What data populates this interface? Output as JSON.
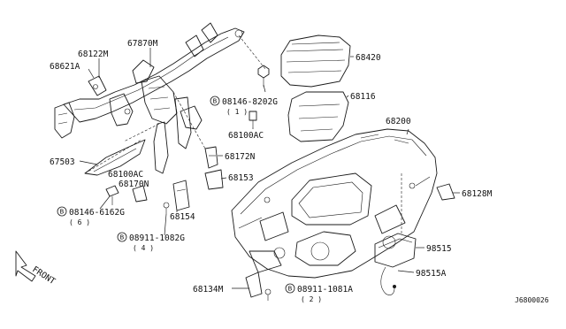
{
  "parts": {
    "p68122M": "68122M",
    "p68621A": "68621A",
    "p67870M": "67870M",
    "p68420": "68420",
    "p08146_8202G": "08146-8202G",
    "p08146_8202G_qty": "( 1 )",
    "p68116": "68116",
    "p68100AC_a": "68100AC",
    "p68200": "68200",
    "p67503": "67503",
    "p68172N": "68172N",
    "p68100AC_b": "68100AC",
    "p68153": "68153",
    "p68170N": "68170N",
    "p68128M": "68128M",
    "p08146_6162G": "08146-6162G",
    "p08146_6162G_qty": "( 6 )",
    "p68154": "68154",
    "p08911_1082G": "08911-1082G",
    "p08911_1082G_qty": "( 4 )",
    "p98515": "98515",
    "p98515A": "98515A",
    "p68134M": "68134M",
    "p08911_1081A": "08911-1081A",
    "p08911_1081A_qty": "( 2 )"
  },
  "bolt_symbol": "B",
  "front_label": "FRONT",
  "diagram_code": "J6800026"
}
